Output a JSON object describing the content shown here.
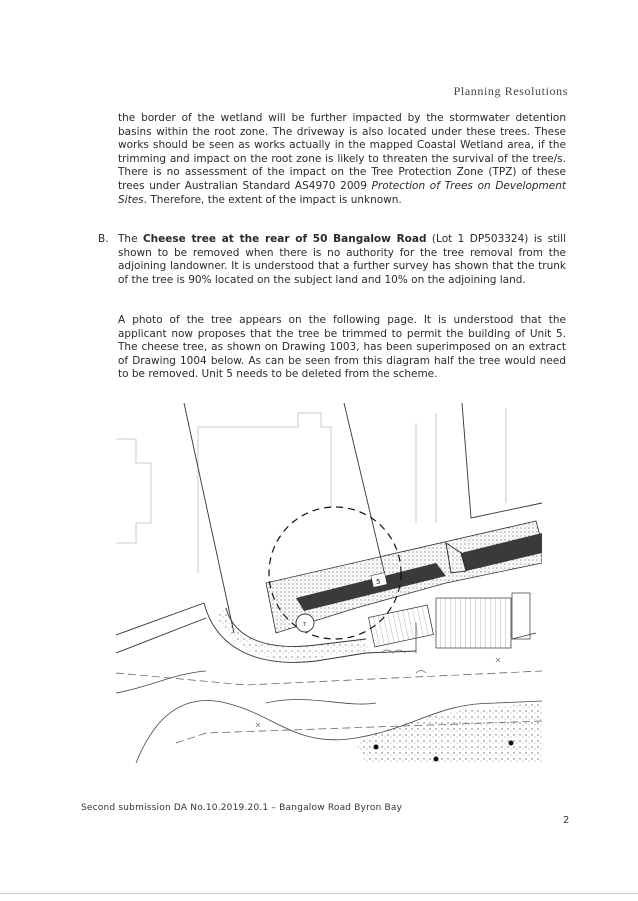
{
  "header": {
    "title": "Planning Resolutions"
  },
  "para1": {
    "text_a": "the border of the wetland will be further impacted by the stormwater detention basins within the root zone. The driveway is also located under these trees. These works should be seen as works actually in the mapped Coastal Wetland area, if the trimming and impact on the root zone is likely to threaten the survival of the tree/s. There is no assessment of the impact on the Tree Protection Zone (TPZ) of these trees under Australian Standard AS4970 2009 ",
    "text_italic": "Protection of Trees on Development Sites",
    "text_b": ". Therefore, the extent of the impact is unknown."
  },
  "itemB": {
    "marker": "B.",
    "text_pre": "The ",
    "text_bold": "Cheese tree at the rear of 50 Bangalow Road",
    "text_post": " (Lot 1 DP503324) is still shown to be removed when there is no authority for the tree removal from the adjoining landowner. It is understood that a further survey has shown that the trunk of the tree is 90% located on the subject land and 10% on the adjoining land."
  },
  "para3": {
    "text": "A photo of the tree appears on the following page. It is understood that the applicant now proposes that the tree be trimmed to permit the building of Unit 5. The cheese tree, as shown on Drawing 1003, has been superimposed on an extract of Drawing 1004 below. As can be seen from this diagram half the tree would need to be removed. Unit 5 needs to be deleted from the scheme."
  },
  "diagram": {
    "unit_label": "5",
    "tree_label": "T"
  },
  "footer": {
    "text": "Second submission DA No.10.2019.20.1 – Bangalow Road Byron Bay"
  },
  "page_number": "2"
}
